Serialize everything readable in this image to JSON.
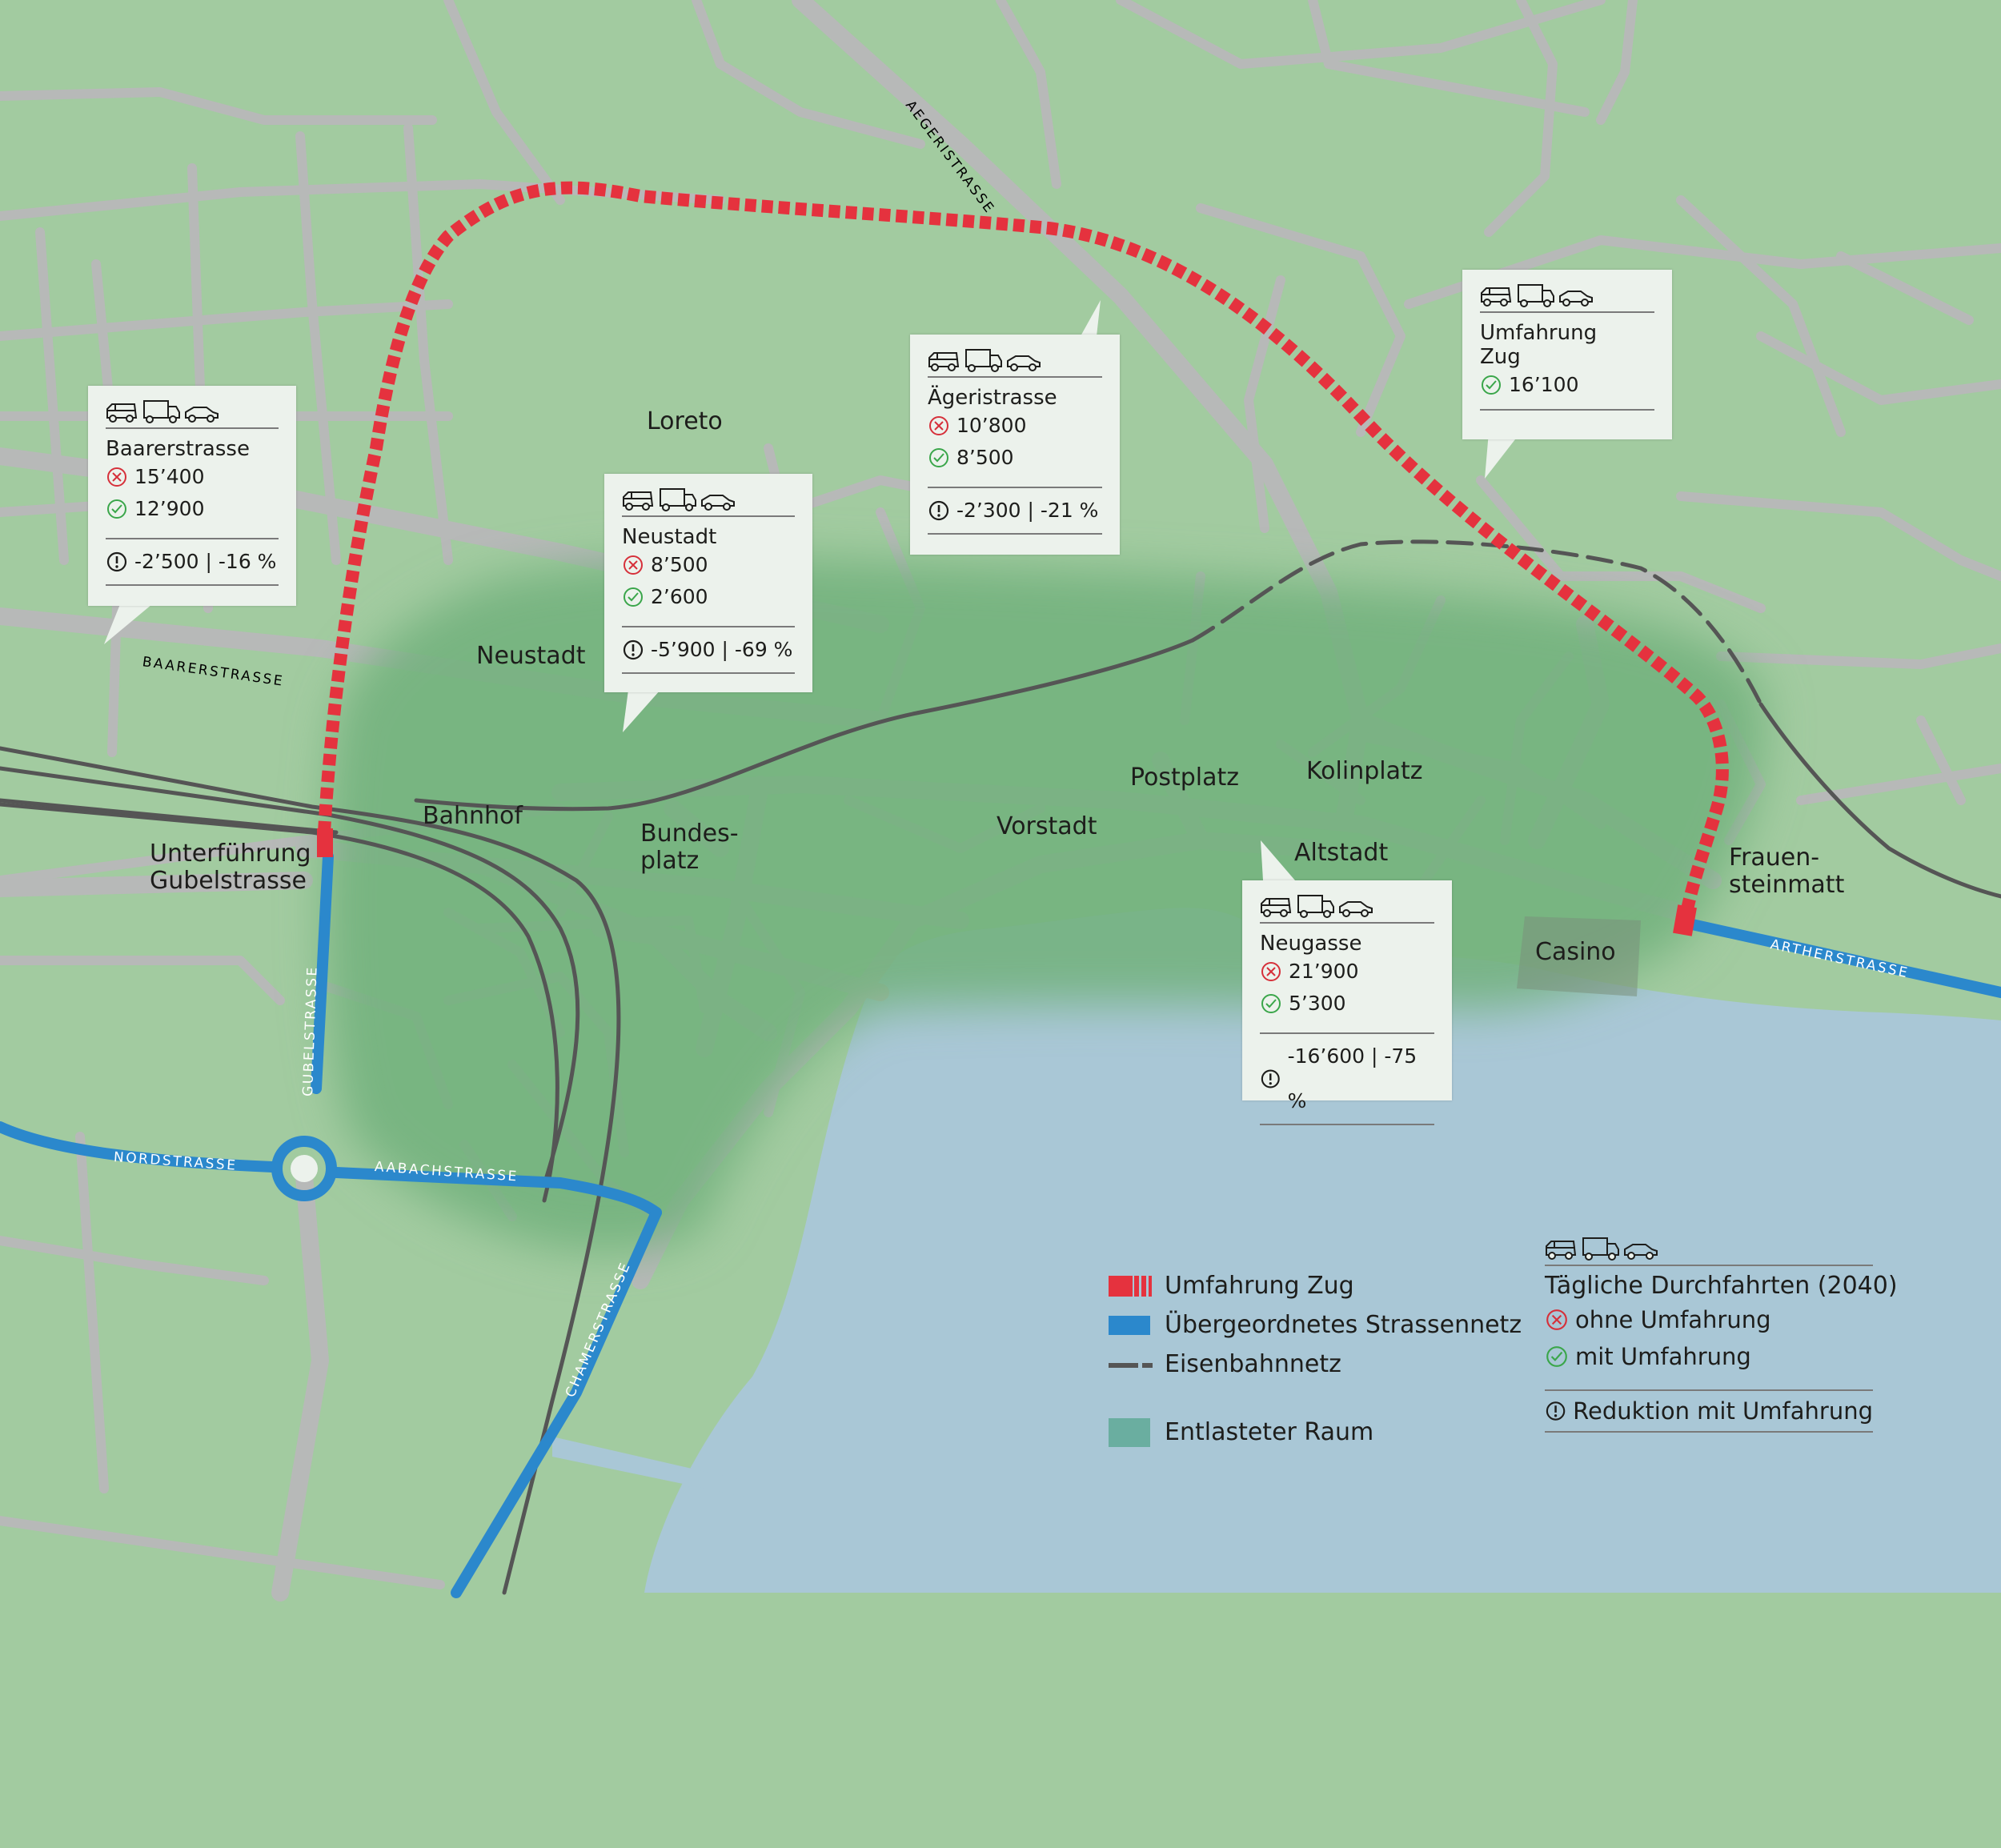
{
  "colors": {
    "land": "#a2cba0",
    "relief": "#73b27d",
    "water": "#a9c7d6",
    "road": "#b7b9b8",
    "bypass": "#e5323e",
    "main_road": "#2b88cc",
    "rail": "#555555",
    "card_bg": "#ecf2ec",
    "reduction_red": "#d6303a",
    "increase_green": "#3aa64a"
  },
  "places": [
    {
      "id": "loreto",
      "text": "Loreto"
    },
    {
      "id": "neustadt",
      "text": "Neustadt"
    },
    {
      "id": "bahnhof",
      "text": "Bahnhof"
    },
    {
      "id": "bundesplatz",
      "text": "Bundes-\nplatz"
    },
    {
      "id": "vorstadt",
      "text": "Vorstadt"
    },
    {
      "id": "postplatz",
      "text": "Postplatz"
    },
    {
      "id": "kolinplatz",
      "text": "Kolinplatz"
    },
    {
      "id": "altstadt",
      "text": "Altstadt"
    },
    {
      "id": "casino",
      "text": "Casino"
    },
    {
      "id": "frauensteinmatt",
      "text": "Frauen-\nsteinmatt"
    },
    {
      "id": "unterfuehrung",
      "text": "Unterführung\nGubelstrasse"
    }
  ],
  "streets": [
    {
      "id": "aegeri",
      "text": "AEGERISTRASSE"
    },
    {
      "id": "baarer",
      "text": "BAARERSTRASSE"
    },
    {
      "id": "gubel",
      "text": "GUBELSTRASSE"
    },
    {
      "id": "nord",
      "text": "NORDSTRASSE"
    },
    {
      "id": "aabach",
      "text": "AABACHSTRASSE"
    },
    {
      "id": "chamer",
      "text": "CHAMERSTRASSE"
    },
    {
      "id": "arther",
      "text": "ARTHERSTRASSE"
    }
  ],
  "cards": [
    {
      "id": "baarerstrasse",
      "name": "Baarerstrasse",
      "without": "15’400",
      "with": "12’900",
      "reduction": "-2’500 | -16 %"
    },
    {
      "id": "neustadt",
      "name": "Neustadt",
      "without": "8’500",
      "with": "2’600",
      "reduction": "-5’900 | -69 %"
    },
    {
      "id": "aegeristrasse",
      "name": "Ägeristrasse",
      "without": "10’800",
      "with": "8’500",
      "reduction": "-2’300 | -21 %"
    },
    {
      "id": "umfahrung",
      "name": "Umfahrung\nZug",
      "with": "16’100"
    },
    {
      "id": "neugasse",
      "name": "Neugasse",
      "without": "21’900",
      "with": "5’300",
      "reduction": "-16’600 | -75 %"
    }
  ],
  "legend": {
    "bypass": "Umfahrung Zug",
    "main_roads": "Übergeordnetes Strassennetz",
    "rail": "Eisenbahnnetz",
    "relief_area": "Entlasteter Raum",
    "title": "Tägliche Durchfahrten (2040)",
    "without": "ohne Umfahrung",
    "with": "mit Umfahrung",
    "reduction": "Reduktion mit Umfahrung"
  },
  "icons": {
    "vehicles": "van-truck-car-icon",
    "without": "cross-circle-icon",
    "with": "check-circle-icon",
    "reduction": "exclamation-circle-icon"
  }
}
